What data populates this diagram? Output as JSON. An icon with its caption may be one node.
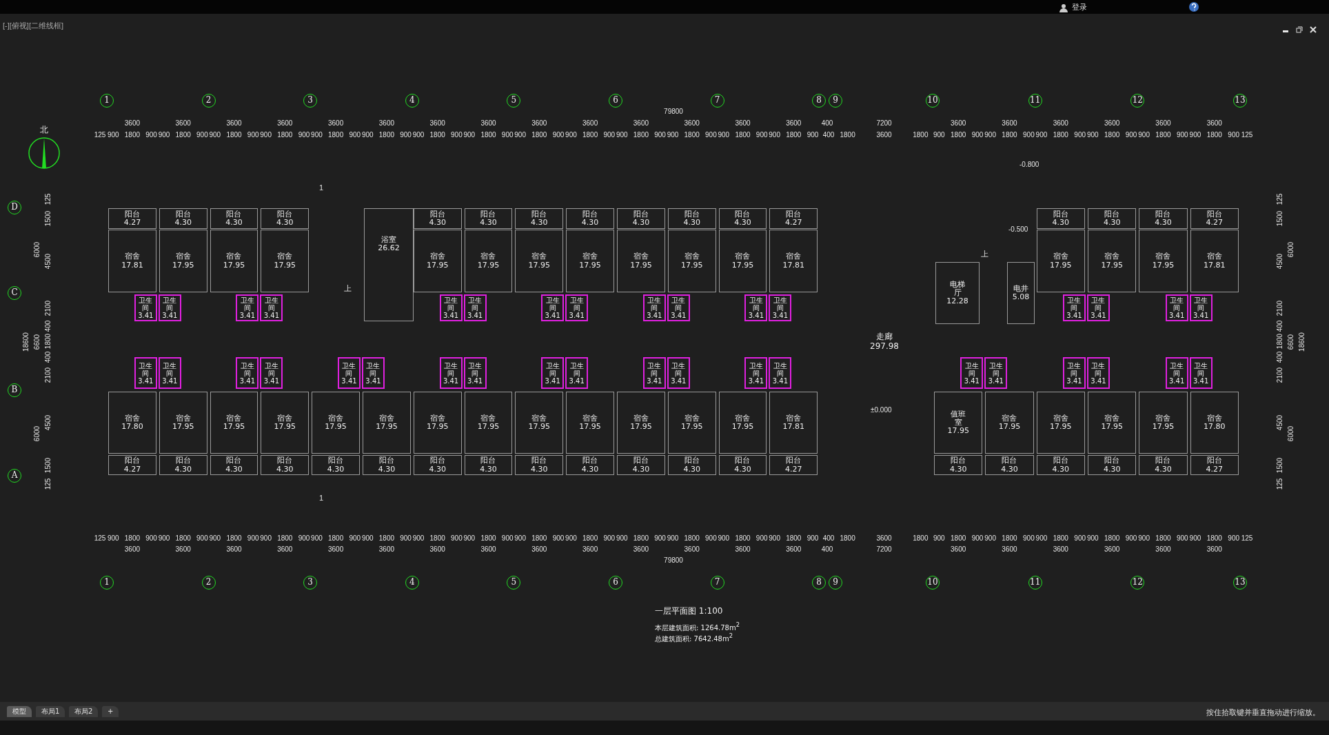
{
  "diagram": {
    "title": "一层平面图 1:100",
    "nodes": [
      {
        "text": [
          "1"
        ]
      },
      {
        "text": [
          "2"
        ]
      },
      {
        "text": [
          "3"
        ]
      },
      {
        "text": [
          "4"
        ]
      },
      {
        "text": [
          "5"
        ]
      },
      {
        "text": [
          "6"
        ]
      },
      {
        "text": [
          "7"
        ]
      },
      {
        "text": [
          "8"
        ]
      },
      {
        "text": [
          "9"
        ]
      },
      {
        "text": [
          "10"
        ]
      },
      {
        "text": [
          "11"
        ]
      },
      {
        "text": [
          "12"
        ]
      },
      {
        "text": [
          "13"
        ]
      },
      {
        "text": [
          "D"
        ]
      },
      {
        "text": [
          "C"
        ]
      },
      {
        "text": [
          "B"
        ]
      },
      {
        "text": [
          "A"
        ]
      },
      {
        "text": [
          "1"
        ]
      },
      {
        "text": [
          "2"
        ]
      },
      {
        "text": [
          "3"
        ]
      },
      {
        "text": [
          "4"
        ]
      },
      {
        "text": [
          "5"
        ]
      },
      {
        "text": [
          "6"
        ]
      },
      {
        "text": [
          "7"
        ]
      },
      {
        "text": [
          "8"
        ]
      },
      {
        "text": [
          "9"
        ]
      },
      {
        "text": [
          "10"
        ]
      },
      {
        "text": [
          "11"
        ]
      },
      {
        "text": [
          "12"
        ]
      },
      {
        "text": [
          "13"
        ]
      },
      {
        "text": [
          "阳台 4.27"
        ]
      },
      {
        "text": [
          "阳台 4.30"
        ]
      },
      {
        "text": [
          "阳台 4.30"
        ]
      },
      {
        "text": [
          "阳台 4.30"
        ]
      },
      {
        "text": [
          "阳台 4.30"
        ]
      },
      {
        "text": [
          "阳台 4.30"
        ]
      },
      {
        "text": [
          "阳台 4.30"
        ]
      },
      {
        "text": [
          "阳台 4.30"
        ]
      },
      {
        "text": [
          "阳台 4.30"
        ]
      },
      {
        "text": [
          "阳台 4.30"
        ]
      },
      {
        "text": [
          "阳台 4.30"
        ]
      },
      {
        "text": [
          "阳台 4.27"
        ]
      },
      {
        "text": [
          "阳台 4.30"
        ]
      },
      {
        "text": [
          "阳台 4.30"
        ]
      },
      {
        "text": [
          "阳台 4.30"
        ]
      },
      {
        "text": [
          "阳台 4.27"
        ]
      },
      {
        "text": [
          "宿舍 17.81"
        ]
      },
      {
        "text": [
          "宿舍 17.95"
        ]
      },
      {
        "text": [
          "宿舍 17.95"
        ]
      },
      {
        "text": [
          "宿舍 17.95"
        ]
      },
      {
        "text": [
          "宿舍 17.95"
        ]
      },
      {
        "text": [
          "宿舍 17.95"
        ]
      },
      {
        "text": [
          "宿舍 17.95"
        ]
      },
      {
        "text": [
          "宿舍 17.95"
        ]
      },
      {
        "text": [
          "宿舍 17.95"
        ]
      },
      {
        "text": [
          "宿舍 17.95"
        ]
      },
      {
        "text": [
          "宿舍 17.95"
        ]
      },
      {
        "text": [
          "宿舍 17.81"
        ]
      },
      {
        "text": [
          "宿舍 17.95"
        ]
      },
      {
        "text": [
          "宿舍 17.95"
        ]
      },
      {
        "text": [
          "宿舍 17.95"
        ]
      },
      {
        "text": [
          "宿舍 17.81"
        ]
      },
      {
        "text": [
          "卫生间 3.41"
        ]
      },
      {
        "text": [
          "卫生间 3.41"
        ]
      },
      {
        "text": [
          "卫生间 3.41"
        ]
      },
      {
        "text": [
          "卫生间 3.41"
        ]
      },
      {
        "text": [
          "卫生间 3.41"
        ]
      },
      {
        "text": [
          "卫生间 3.41"
        ]
      },
      {
        "text": [
          "卫生间 3.41"
        ]
      },
      {
        "text": [
          "卫生间 3.41"
        ]
      },
      {
        "text": [
          "卫生间 3.41"
        ]
      },
      {
        "text": [
          "卫生间 3.41"
        ]
      },
      {
        "text": [
          "卫生间 3.41"
        ]
      },
      {
        "text": [
          "卫生间 3.41"
        ]
      },
      {
        "text": [
          "卫生间 3.41"
        ]
      },
      {
        "text": [
          "卫生间 3.41"
        ]
      },
      {
        "text": [
          "卫生间 3.41"
        ]
      },
      {
        "text": [
          "卫生间 3.41"
        ]
      },
      {
        "text": [
          "卫生间 3.41"
        ]
      },
      {
        "text": [
          "卫生间 3.41"
        ]
      },
      {
        "text": [
          "卫生间 3.41"
        ]
      },
      {
        "text": [
          "卫生间 3.41"
        ]
      },
      {
        "text": [
          "卫生间 3.41"
        ]
      },
      {
        "text": [
          "卫生间 3.41"
        ]
      },
      {
        "text": [
          "卫生间 3.41"
        ]
      },
      {
        "text": [
          "卫生间 3.41"
        ]
      },
      {
        "text": [
          "卫生间 3.41"
        ]
      },
      {
        "text": [
          "卫生间 3.41"
        ]
      },
      {
        "text": [
          "卫生间 3.41"
        ]
      },
      {
        "text": [
          "卫生间 3.41"
        ]
      },
      {
        "text": [
          "卫生间 3.41"
        ]
      },
      {
        "text": [
          "卫生间 3.41"
        ]
      },
      {
        "text": [
          "卫生间 3.41"
        ]
      },
      {
        "text": [
          "卫生间 3.41"
        ]
      },
      {
        "text": [
          "卫生间 3.41"
        ]
      },
      {
        "text": [
          "卫生间 3.41"
        ]
      },
      {
        "text": [
          "卫生间 3.41"
        ]
      },
      {
        "text": [
          "卫生间 3.41"
        ]
      },
      {
        "text": [
          "宿舍 17.80"
        ]
      },
      {
        "text": [
          "宿舍 17.95"
        ]
      },
      {
        "text": [
          "宿舍 17.95"
        ]
      },
      {
        "text": [
          "宿舍 17.95"
        ]
      },
      {
        "text": [
          "宿舍 17.95"
        ]
      },
      {
        "text": [
          "宿舍 17.95"
        ]
      },
      {
        "text": [
          "宿舍 17.95"
        ]
      },
      {
        "text": [
          "宿舍 17.95"
        ]
      },
      {
        "text": [
          "宿舍 17.95"
        ]
      },
      {
        "text": [
          "宿舍 17.95"
        ]
      },
      {
        "text": [
          "宿舍 17.95"
        ]
      },
      {
        "text": [
          "宿舍 17.95"
        ]
      },
      {
        "text": [
          "宿舍 17.95"
        ]
      },
      {
        "text": [
          "宿舍 17.81"
        ]
      },
      {
        "text": [
          "值班室 17.95"
        ]
      },
      {
        "text": [
          "宿舍 17.95"
        ]
      },
      {
        "text": [
          "宿舍 17.95"
        ]
      },
      {
        "text": [
          "宿舍 17.95"
        ]
      },
      {
        "text": [
          "宿舍 17.95"
        ]
      },
      {
        "text": [
          "宿舍 17.80"
        ]
      },
      {
        "text": [
          "阳台 4.27"
        ]
      },
      {
        "text": [
          "阳台 4.30"
        ]
      },
      {
        "text": [
          "阳台 4.30"
        ]
      },
      {
        "text": [
          "阳台 4.30"
        ]
      },
      {
        "text": [
          "阳台 4.30"
        ]
      },
      {
        "text": [
          "阳台 4.30"
        ]
      },
      {
        "text": [
          "阳台 4.30"
        ]
      },
      {
        "text": [
          "阳台 4.30"
        ]
      },
      {
        "text": [
          "阳台 4.30"
        ]
      },
      {
        "text": [
          "阳台 4.30"
        ]
      },
      {
        "text": [
          "阳台 4.30"
        ]
      },
      {
        "text": [
          "阳台 4.30"
        ]
      },
      {
        "text": [
          "阳台 4.30"
        ]
      },
      {
        "text": [
          "阳台 4.27"
        ]
      },
      {
        "text": [
          "阳台 4.30"
        ]
      },
      {
        "text": [
          "阳台 4.30"
        ]
      },
      {
        "text": [
          "阳台 4.30"
        ]
      },
      {
        "text": [
          "阳台 4.30"
        ]
      },
      {
        "text": [
          "阳台 4.30"
        ]
      },
      {
        "text": [
          "阳台 4.27"
        ]
      },
      {
        "text": [
          "浴室 26.62"
        ]
      },
      {
        "text": [
          "走廊 297.98"
        ]
      },
      {
        "text": [
          "电梯厅 12.28"
        ]
      },
      {
        "text": [
          "电井 5.08"
        ]
      }
    ],
    "labels": [
      "[-][俯视][二维线框]",
      "登录",
      "北",
      "79800",
      "3600",
      "3600",
      "3600",
      "3600",
      "3600",
      "3600",
      "3600",
      "3600",
      "3600",
      "3600",
      "3600",
      "3600",
      "3600",
      "3600",
      "400",
      "7200",
      "3600",
      "3600",
      "3600",
      "3600",
      "3600",
      "3600",
      "125",
      "900",
      "1800",
      "900",
      "900",
      "1800",
      "900",
      "900",
      "1800",
      "900",
      "900",
      "1800",
      "900",
      "900",
      "1800",
      "900",
      "900",
      "1800",
      "900",
      "900",
      "1800",
      "900",
      "900",
      "1800",
      "900",
      "900",
      "1800",
      "900",
      "900",
      "1800",
      "900",
      "900",
      "1800",
      "900",
      "900",
      "1800",
      "900",
      "900",
      "1800",
      "900",
      "900",
      "1800",
      "900",
      "400",
      "1800",
      "3600",
      "1800",
      "900",
      "1800",
      "900",
      "900",
      "1800",
      "900",
      "900",
      "1800",
      "900",
      "900",
      "1800",
      "900",
      "900",
      "1800",
      "900",
      "900",
      "1800",
      "900",
      "125",
      "1",
      "1",
      "125",
      "900",
      "1800",
      "900",
      "900",
      "1800",
      "900",
      "900",
      "1800",
      "900",
      "900",
      "1800",
      "900",
      "900",
      "1800",
      "900",
      "900",
      "1800",
      "900",
      "900",
      "1800",
      "900",
      "900",
      "1800",
      "900",
      "900",
      "1800",
      "900",
      "900",
      "1800",
      "900",
      "900",
      "1800",
      "900",
      "900",
      "1800",
      "900",
      "900",
      "1800",
      "900",
      "900",
      "1800",
      "900",
      "400",
      "1800",
      "3600",
      "1800",
      "900",
      "1800",
      "900",
      "900",
      "1800",
      "900",
      "900",
      "1800",
      "900",
      "900",
      "1800",
      "900",
      "900",
      "1800",
      "900",
      "900",
      "1800",
      "900",
      "125",
      "3600",
      "3600",
      "3600",
      "3600",
      "3600",
      "3600",
      "3600",
      "3600",
      "3600",
      "3600",
      "3600",
      "3600",
      "3600",
      "3600",
      "400",
      "7200",
      "3600",
      "3600",
      "3600",
      "3600",
      "3600",
      "3600",
      "79800",
      "125",
      "1500",
      "4500",
      "2100",
      "400",
      "1800",
      "400",
      "2100",
      "4500",
      "1500",
      "125",
      "6000",
      "6600",
      "6000",
      "18600",
      "125",
      "1500",
      "4500",
      "2100",
      "400",
      "1800",
      "400",
      "2100",
      "4500",
      "1500",
      "125",
      "6000",
      "6600",
      "6000",
      "18600",
      "-0.800",
      "-0.500",
      "±0.000",
      "上",
      "上",
      "本层建筑面积: 1264.78m$^{2}$",
      "总建筑面积: 7642.48m$^{2}$",
      "模型",
      "布局1",
      "布局2",
      "+",
      "按住拾取键并垂直拖动进行缩放。"
    ]
  }
}
